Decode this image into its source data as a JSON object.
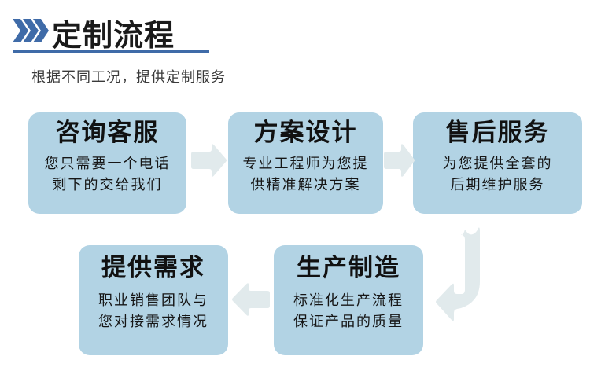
{
  "header": {
    "icon": "triple-chevron-right-icon",
    "title": "定制流程",
    "subtitle": "根据不同工况，提供定制服务",
    "accent_color": "#3f6ba8",
    "title_color": "#1a1a1a"
  },
  "theme": {
    "card_fill": "#b2d3e4",
    "arrow_fill": "#e1eaec",
    "page_background": "#ffffff"
  },
  "flow": {
    "steps": [
      {
        "id": "step-1",
        "title": "咨询客服",
        "desc_line_1": "您只需要一个电话",
        "desc_line_2": "剩下的交给我们"
      },
      {
        "id": "step-2",
        "title": "方案设计",
        "desc_line_1": "专业工程师为您提",
        "desc_line_2": "供精准解决方案"
      },
      {
        "id": "step-3",
        "title": "售后服务",
        "desc_line_1": "为您提供全套的",
        "desc_line_2": "后期维护服务"
      },
      {
        "id": "step-4",
        "title": "提供需求",
        "desc_line_1": "职业销售团队与",
        "desc_line_2": "您对接需求情况"
      },
      {
        "id": "step-5",
        "title": "生产制造",
        "desc_line_1": "标准化生产流程",
        "desc_line_2": "保证产品的质量"
      }
    ],
    "connectors": [
      {
        "id": "arrow-1-2",
        "icon": "arrow-right-icon",
        "direction": "right"
      },
      {
        "id": "arrow-2-3",
        "icon": "arrow-right-icon",
        "direction": "right"
      },
      {
        "id": "arrow-3-5",
        "icon": "arrow-u-turn-down-left-icon",
        "direction": "down-left"
      },
      {
        "id": "arrow-5-4",
        "icon": "arrow-left-icon",
        "direction": "left"
      }
    ]
  }
}
